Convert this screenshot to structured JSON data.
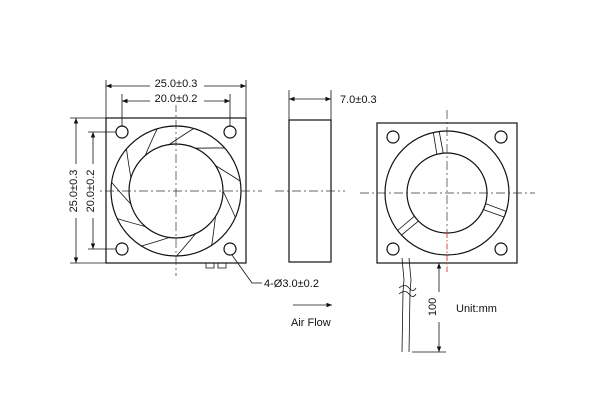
{
  "front_view": {
    "width_outer": "25.0±0.3",
    "width_hole_pitch": "20.0±0.2",
    "height_outer": "25.0±0.3",
    "height_hole_pitch": "20.0±0.2",
    "hole_callout": "4-Ø3.0±0.2"
  },
  "side_view": {
    "thickness": "7.0±0.3"
  },
  "rear_view": {
    "lead_length": "100",
    "unit_note": "Unit:mm"
  },
  "airflow": {
    "label": "Air Flow"
  },
  "colors": {
    "lines": "#111111",
    "lead_centerline": "#d43a3a"
  }
}
